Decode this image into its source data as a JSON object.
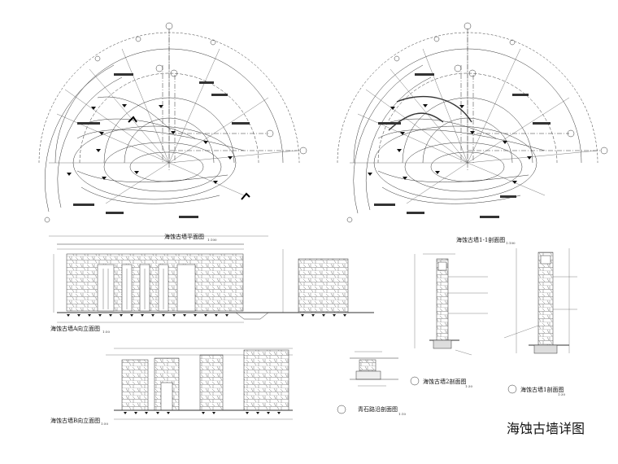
{
  "drawing_title": "海蚀古墙详图",
  "views": {
    "plan": {
      "label": "海蚀古墙平面图",
      "scale": "1:100"
    },
    "section_1_1": {
      "label": "海蚀古墙1-1剖面图",
      "scale": "1:100"
    },
    "elevation_a": {
      "label": "海蚀古墙A向立面图",
      "scale": "1:50"
    },
    "elevation_b": {
      "label": "海蚀古墙B向立面图",
      "scale": "1:50"
    },
    "section_2": {
      "label": "海蚀古墙2剖面图",
      "scale": "1:30"
    },
    "section_1": {
      "label": "海蚀古墙1剖面图",
      "scale": "1:30"
    },
    "curb_section": {
      "label": "青石路沿剖面图",
      "scale": "1:10"
    }
  }
}
